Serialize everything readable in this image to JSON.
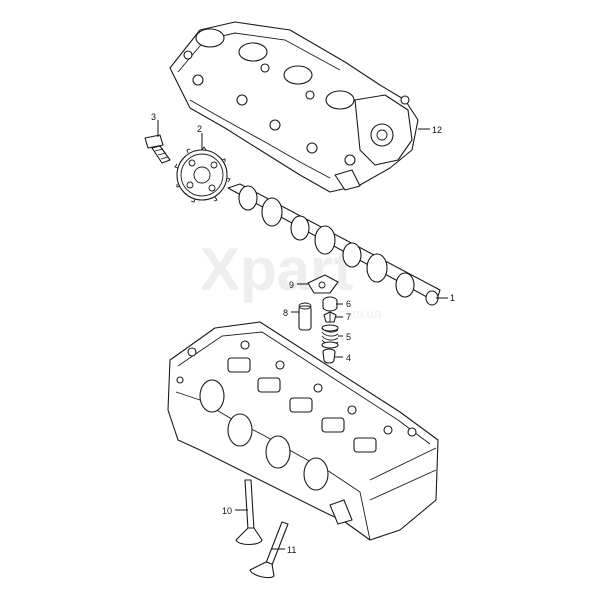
{
  "watermark": {
    "main": "Xpart",
    "sub": ".com.ua"
  },
  "callouts": [
    {
      "id": "1",
      "label": "1"
    },
    {
      "id": "2",
      "label": "2"
    },
    {
      "id": "3",
      "label": "3"
    },
    {
      "id": "4",
      "label": "4"
    },
    {
      "id": "5",
      "label": "5"
    },
    {
      "id": "6",
      "label": "6"
    },
    {
      "id": "7",
      "label": "7"
    },
    {
      "id": "8",
      "label": "8"
    },
    {
      "id": "9",
      "label": "9"
    },
    {
      "id": "10",
      "label": "10"
    },
    {
      "id": "11",
      "label": "11"
    },
    {
      "id": "12",
      "label": "12"
    }
  ]
}
